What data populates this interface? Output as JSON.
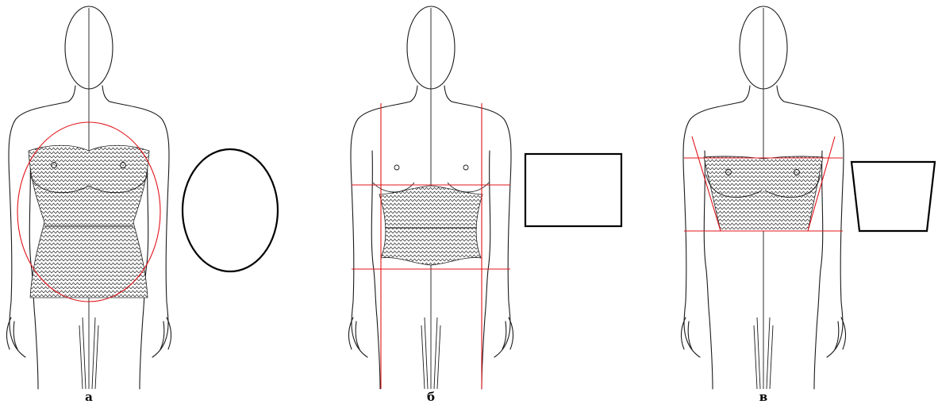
{
  "panels": [
    {
      "label": "а",
      "silhouette": "oval"
    },
    {
      "label": "б",
      "silhouette": "rectangle"
    },
    {
      "label": "в",
      "silhouette": "trapezoid"
    }
  ],
  "colors": {
    "outline": "#1a1a1a",
    "guide": "#e0141b",
    "hatch": "#222222"
  }
}
